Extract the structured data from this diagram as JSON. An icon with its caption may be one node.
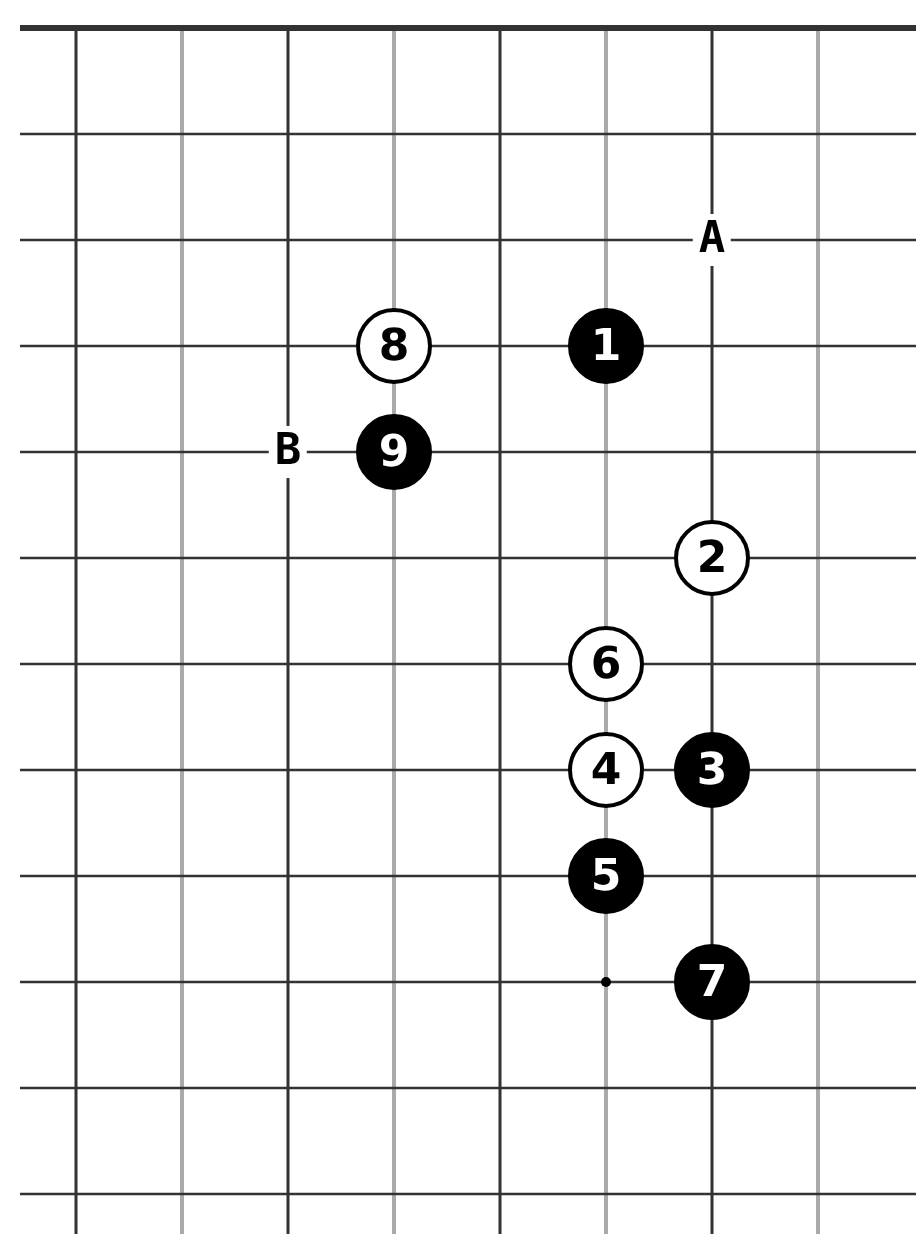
{
  "diagram": {
    "nodes": [
      {
        "text": [
          "8"
        ]
      },
      {
        "text": [
          "1"
        ]
      },
      {
        "text": [
          "9"
        ]
      },
      {
        "text": [
          "2"
        ]
      },
      {
        "text": [
          "6"
        ]
      },
      {
        "text": [
          "4"
        ]
      },
      {
        "text": [
          "3"
        ]
      },
      {
        "text": [
          "5"
        ]
      },
      {
        "text": [
          "7"
        ]
      }
    ],
    "labels": [
      "A",
      "B"
    ]
  }
}
